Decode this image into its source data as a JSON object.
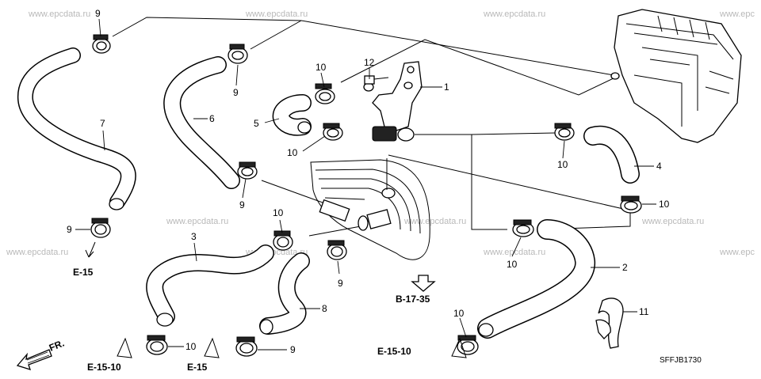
{
  "watermark": "www.epcdata.ru",
  "watermark_partial": "www.epc",
  "diagram_code": "SFFJB1730",
  "direction_label": "FR.",
  "callouts": {
    "p1": "1",
    "p2": "2",
    "p3": "3",
    "p4": "4",
    "p5": "5",
    "p6": "6",
    "p7": "7",
    "p8": "8",
    "p9a": "9",
    "p9b": "9",
    "p9c": "9",
    "p9d": "9",
    "p9e": "9",
    "p9f": "9",
    "p10a": "10",
    "p10b": "10",
    "p10c": "10",
    "p10d": "10",
    "p10e": "10",
    "p10f": "10",
    "p10g": "10",
    "p10h": "10",
    "p11": "11",
    "p12": "12"
  },
  "references": {
    "e15_left": "E-15",
    "e1510_bottom_left": "E-15-10",
    "e15_bottom": "E-15",
    "b1735": "B-17-35",
    "e1510_bottom_right": "E-15-10"
  }
}
